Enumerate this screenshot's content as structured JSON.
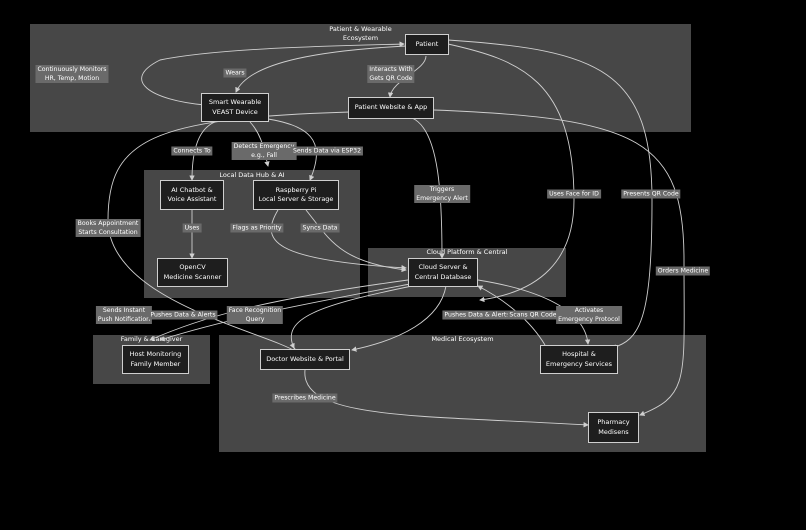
{
  "clusters": {
    "patient": "Patient & Wearable\nEcosystem",
    "hub": "Local Data Hub & AI",
    "cloud": "Cloud Platform & Central",
    "family": "Family & Caregiver",
    "medical": "Medical Ecosystem"
  },
  "nodes": {
    "patient": "Patient",
    "wearable": "Smart Wearable\nVEAST Device",
    "website": "Patient Website & App",
    "chatbot": "AI Chatbot &\nVoice Assistant",
    "rpi": "Raspberry Pi\nLocal Server & Storage",
    "opencv": "OpenCV\nMedicine Scanner",
    "cloud_server": "Cloud Server &\nCentral Database",
    "host": "Host Monitoring\nFamily Member",
    "doctor": "Doctor Website & Portal",
    "hospital": "Hospital &\nEmergency Services",
    "pharmacy": "Pharmacy\nMedisens"
  },
  "edge_labels": {
    "monitors": "Continuously Monitors\nHR, Temp, Motion",
    "wears": "Wears",
    "interacts": "Interacts With\nGets QR Code",
    "connects": "Connects To",
    "detects": "Detects Emergency\ne.g., Fall",
    "sends_esp": "Sends Data via ESP32",
    "triggers": "Triggers\nEmergency Alert",
    "uses_face": "Uses Face for ID",
    "presents_qr": "Presents QR Code",
    "books": "Books Appointment\nStarts Consultation",
    "uses": "Uses",
    "flags": "Flags as Priority",
    "syncs": "Syncs Data",
    "orders": "Orders Medicine",
    "sends_instant": "Sends Instant\nPush Notification",
    "pushes_left": "Pushes Data & Alerts",
    "face_query": "Face Recognition\nQuery",
    "pushes_right": "Pushes Data & Alerts",
    "scans_qr": "Scans QR Code",
    "activates": "Activates\nEmergency Protocol",
    "prescribes": "Prescribes Medicine"
  },
  "colors": {
    "background": "#000000",
    "cluster": "#474747",
    "node": "#1e1e1e",
    "label_bg": "#6a6a6a",
    "edge": "#cfcfcf"
  }
}
